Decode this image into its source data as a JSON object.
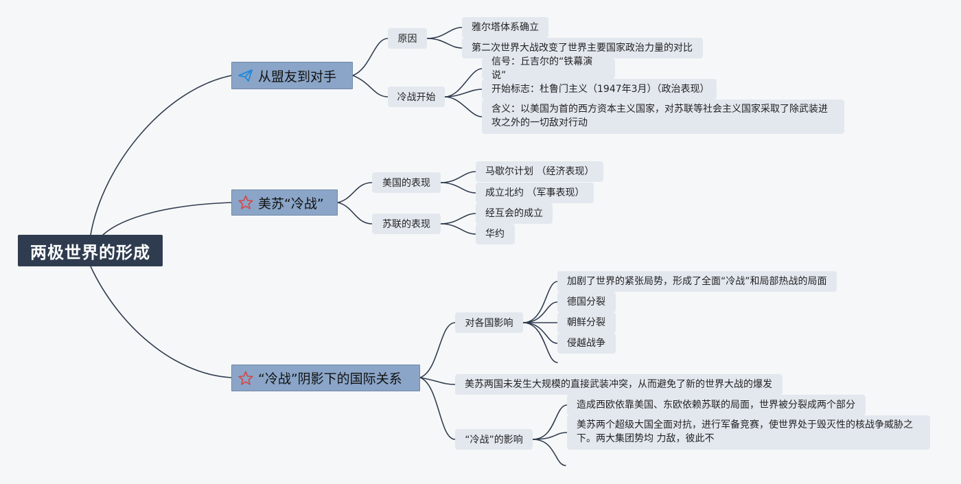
{
  "root": {
    "title": "两极世界的形成"
  },
  "branches": {
    "b1": {
      "title": "从盟友到对手",
      "icon": "paper-plane-icon",
      "causes": {
        "label": "原因",
        "items": [
          "雅尔塔体系确立",
          "第二次世界大战改变了世界主要国家政治力量的对比"
        ]
      },
      "start": {
        "label": "冷战开始",
        "items": [
          "信号：丘吉尔的“铁幕演说”",
          "开始标志：杜鲁门主义（1947年3月）（政治表现）",
          "含义：以美国为首的西方资本主义国家，对苏联等社会主义国家采取了除武装进攻之外的一切敌对行动"
        ]
      }
    },
    "b2": {
      "title": "美苏“冷战”",
      "icon": "star-icon",
      "us": {
        "label": "美国的表现",
        "items": [
          "马歇尔计划 （经济表现）",
          "成立北约 （军事表现）"
        ]
      },
      "ussr": {
        "label": "苏联的表现",
        "items": [
          "经互会的成立",
          "华约"
        ]
      }
    },
    "b3": {
      "title": "“冷战”阴影下的国际关系",
      "icon": "star-icon",
      "countries": {
        "label": "对各国影响",
        "items": [
          "加剧了世界的紧张局势，形成了全面“冷战”和局部热战的局面",
          "德国分裂",
          "朝鲜分裂",
          "侵越战争"
        ]
      },
      "no_war": "美苏两国未发生大规模的直接武装冲突，从而避免了新的世界大战的爆发",
      "impact": {
        "label": "“冷战”的影响",
        "items": [
          "造成西欧依靠美国、东欧依赖苏联的局面，世界被分裂成两个部分",
          "美苏两个超级大国全面对抗，进行军备竞赛，使世界处于毁灭性的核战争威胁之下。两大集团势均 力敌，彼此不"
        ]
      }
    }
  },
  "colors": {
    "connector": "#2f3c4f",
    "root_bg": "#2f3c4f",
    "main_bg": "#8aa5c7",
    "node_bg": "#e3e8ef",
    "plane_icon": "#1e88d8",
    "star_icon": "#d64545"
  }
}
